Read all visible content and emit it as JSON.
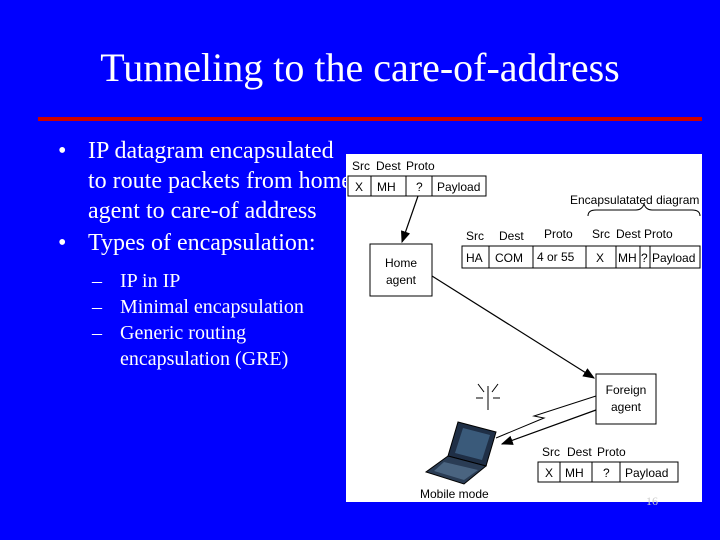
{
  "slide": {
    "title": "Tunneling to the care-of-address",
    "slide_number": "16",
    "colors": {
      "background": "#0000ff",
      "rule": "#cc0000",
      "text": "#ffffff"
    }
  },
  "bullets": [
    {
      "text": "IP datagram encapsulated to route packets from home agent to care-of address"
    },
    {
      "text": "Types of encapsulation:"
    }
  ],
  "sub_bullets": [
    {
      "text": "IP in IP"
    },
    {
      "text": "Minimal encapsulation"
    },
    {
      "text": "Generic routing encapsulation (GRE)"
    }
  ],
  "diagram": {
    "top_packet": {
      "headers": [
        "Src",
        "Dest",
        "Proto"
      ],
      "cells": [
        "X",
        "MH",
        "?",
        "Payload"
      ]
    },
    "encap_label": "Encapsulatated diagram",
    "encap_packet": {
      "headers": [
        "Src",
        "Dest",
        "Proto",
        "Src",
        "Dest",
        "Proto"
      ],
      "cells": [
        "HA",
        "COM",
        "4 or 55",
        "X",
        "MH",
        "?",
        "Payload"
      ]
    },
    "home_agent": [
      "Home",
      "agent"
    ],
    "foreign_agent": [
      "Foreign",
      "agent"
    ],
    "bottom_packet": {
      "headers": [
        "Src",
        "Dest",
        "Proto"
      ],
      "cells": [
        "X",
        "MH",
        "?",
        "Payload"
      ]
    },
    "mobile_label": "Mobile mode"
  }
}
